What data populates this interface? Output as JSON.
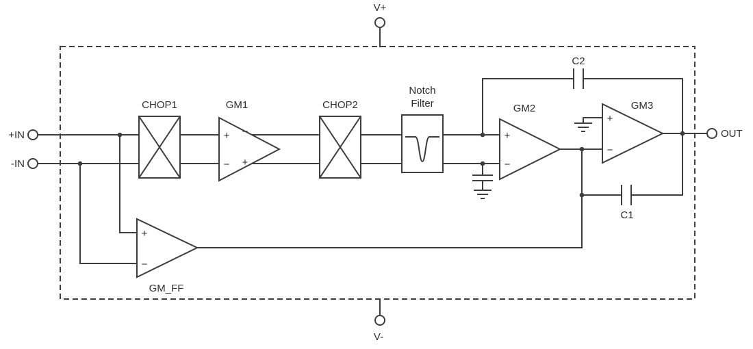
{
  "diagram": {
    "terminals": {
      "vplus": "V+",
      "vminus": "V-",
      "in_pos": "+IN",
      "in_neg": "-IN",
      "out": "OUT"
    },
    "blocks": {
      "chop1": "CHOP1",
      "gm1": "GM1",
      "chop2": "CHOP2",
      "notch_line1": "Notch",
      "notch_line2": "Filter",
      "gm2": "GM2",
      "gm3": "GM3",
      "gm_ff": "GM_FF",
      "c2": "C2",
      "c1": "C1"
    },
    "signs": {
      "plus": "+",
      "minus": "−"
    },
    "colors": {
      "line": "#3d3d3d",
      "text": "#2e2e2e",
      "background": "#ffffff"
    }
  }
}
